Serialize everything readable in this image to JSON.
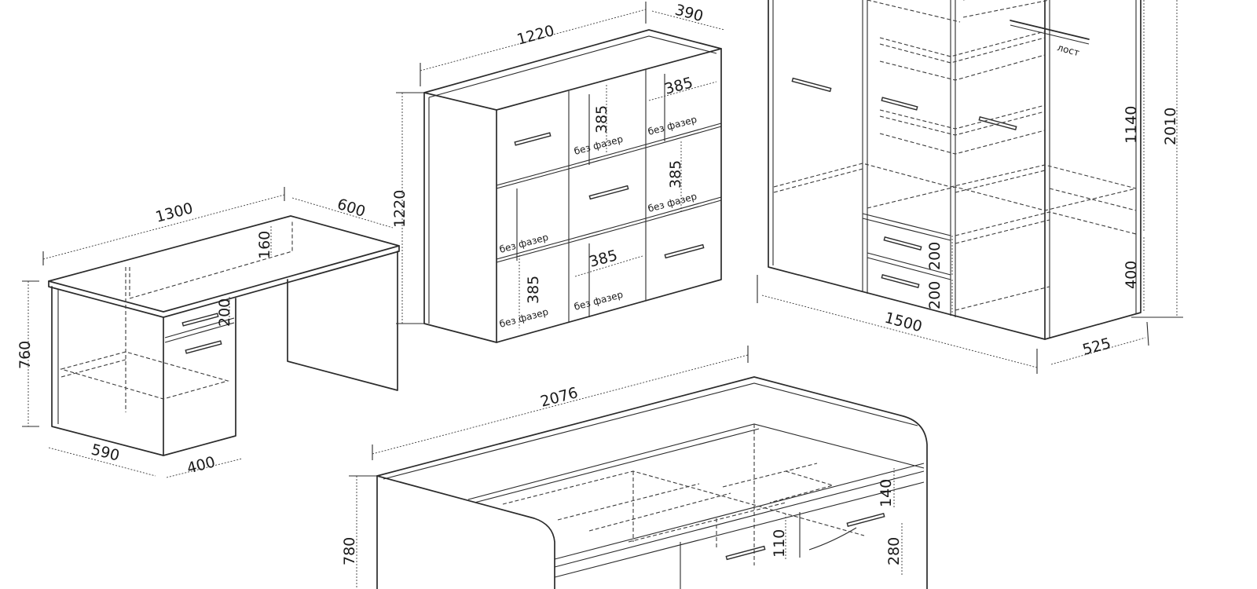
{
  "desk": {
    "width": "1300",
    "depth": "600",
    "height": "760",
    "side_depth": "590",
    "pedestal_width": "400",
    "gap_height": "160",
    "drawer_height": "200"
  },
  "sideboard": {
    "width": "1220",
    "depth": "390",
    "height": "1220",
    "cell_1": "385",
    "cell_2": "385",
    "cell_3": "385",
    "cell_4": "385",
    "cell_5": "385",
    "no_backing_1": "без фазер",
    "no_backing_2": "без фазер",
    "no_backing_3": "без фазер",
    "no_backing_4": "без фазер",
    "no_backing_5": "без фазер"
  },
  "wardrobe": {
    "width": "1500",
    "depth": "525",
    "height": "2010",
    "upper_section": "1140",
    "lower_section": "400",
    "drawer_1": "200",
    "drawer_2": "200",
    "rail_label": "лост"
  },
  "bed": {
    "length": "2076",
    "height": "780",
    "board_height": "140",
    "rail_height": "110",
    "drawer_height": "280"
  }
}
